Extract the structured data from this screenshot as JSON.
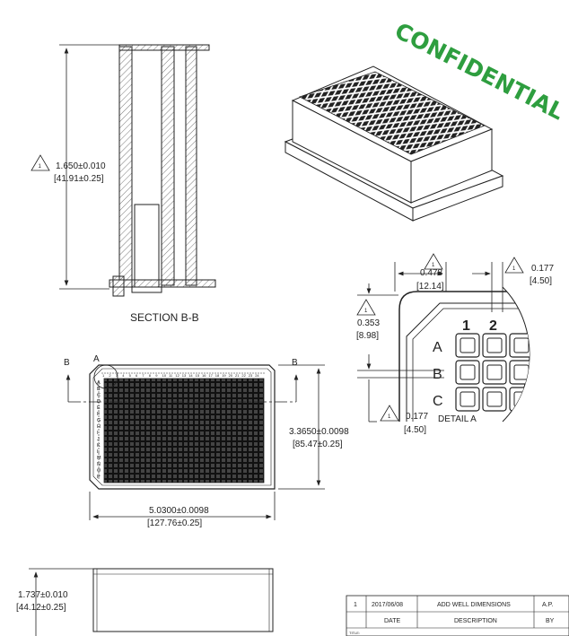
{
  "stamp": "CONFIDENTIAL",
  "section_view": {
    "title": "SECTION B-B",
    "height_dim": "1.650±0.010",
    "height_dim_mm": "[41.91±0.25]",
    "note_number": "1"
  },
  "top_view": {
    "section_mark": "B",
    "detail_mark": "A",
    "row_letters": [
      "A",
      "B",
      "C",
      "D",
      "E",
      "F",
      "G",
      "H",
      "I",
      "J",
      "K",
      "L",
      "M",
      "N",
      "O",
      "P"
    ],
    "column_count": 24,
    "width_dim": "5.0300±0.0098",
    "width_dim_mm": "[127.76±0.25]",
    "depth_dim": "3.3650±0.0098",
    "depth_dim_mm": "[85.47±0.25]"
  },
  "detail_view": {
    "title": "DETAIL A",
    "dim_top": "0.478",
    "dim_top_mm": "[12.14]",
    "dim_right": "0.177",
    "dim_right_mm": "[4.50]",
    "dim_left": "0.353",
    "dim_left_mm": "[8.98]",
    "dim_bottom": "0.177",
    "dim_bottom_mm": "[4.50]",
    "note_number": "1",
    "row_labels": [
      "A",
      "B",
      "C"
    ],
    "col_labels": [
      "1",
      "2"
    ]
  },
  "side_view": {
    "height_dim": "1.737±0.010",
    "height_dim_mm": "[44.12±0.25]"
  },
  "title_block": {
    "rev": "1",
    "date": "2017/06/08",
    "description": "ADD WELL DIMENSIONS",
    "by": "A.P.",
    "header_date": "DATE",
    "header_description": "DESCRIPTION",
    "header_by": "BY",
    "title_label": "TITLE:"
  },
  "colors": {
    "stamp": "#2e9e3f",
    "line": "#222222",
    "hatch": "#555555"
  }
}
